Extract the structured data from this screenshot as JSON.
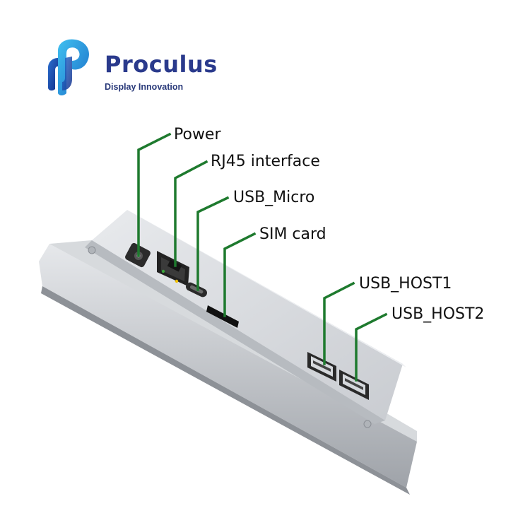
{
  "brand": {
    "name": "Proculus",
    "tagline": "Display Innovation",
    "colors": {
      "primary": "#2a3a8c",
      "logo_light": "#29a8e0",
      "logo_dark": "#1c3f9a"
    }
  },
  "device": {
    "color": "#c9cdd2",
    "ports": [
      {
        "id": "power",
        "label": "Power",
        "icon": "dc-barrel-jack"
      },
      {
        "id": "rj45",
        "label": "RJ45 interface",
        "icon": "ethernet-port"
      },
      {
        "id": "usb-micro",
        "label": "USB_Micro",
        "icon": "usb-c-port"
      },
      {
        "id": "sim",
        "label": "SIM card",
        "icon": "sim-slot"
      },
      {
        "id": "usb-host1",
        "label": "USB_HOST1",
        "icon": "usb-a-port"
      },
      {
        "id": "usb-host2",
        "label": "USB_HOST2",
        "icon": "usb-a-port"
      }
    ],
    "leader_color": "#1e7a2e"
  }
}
